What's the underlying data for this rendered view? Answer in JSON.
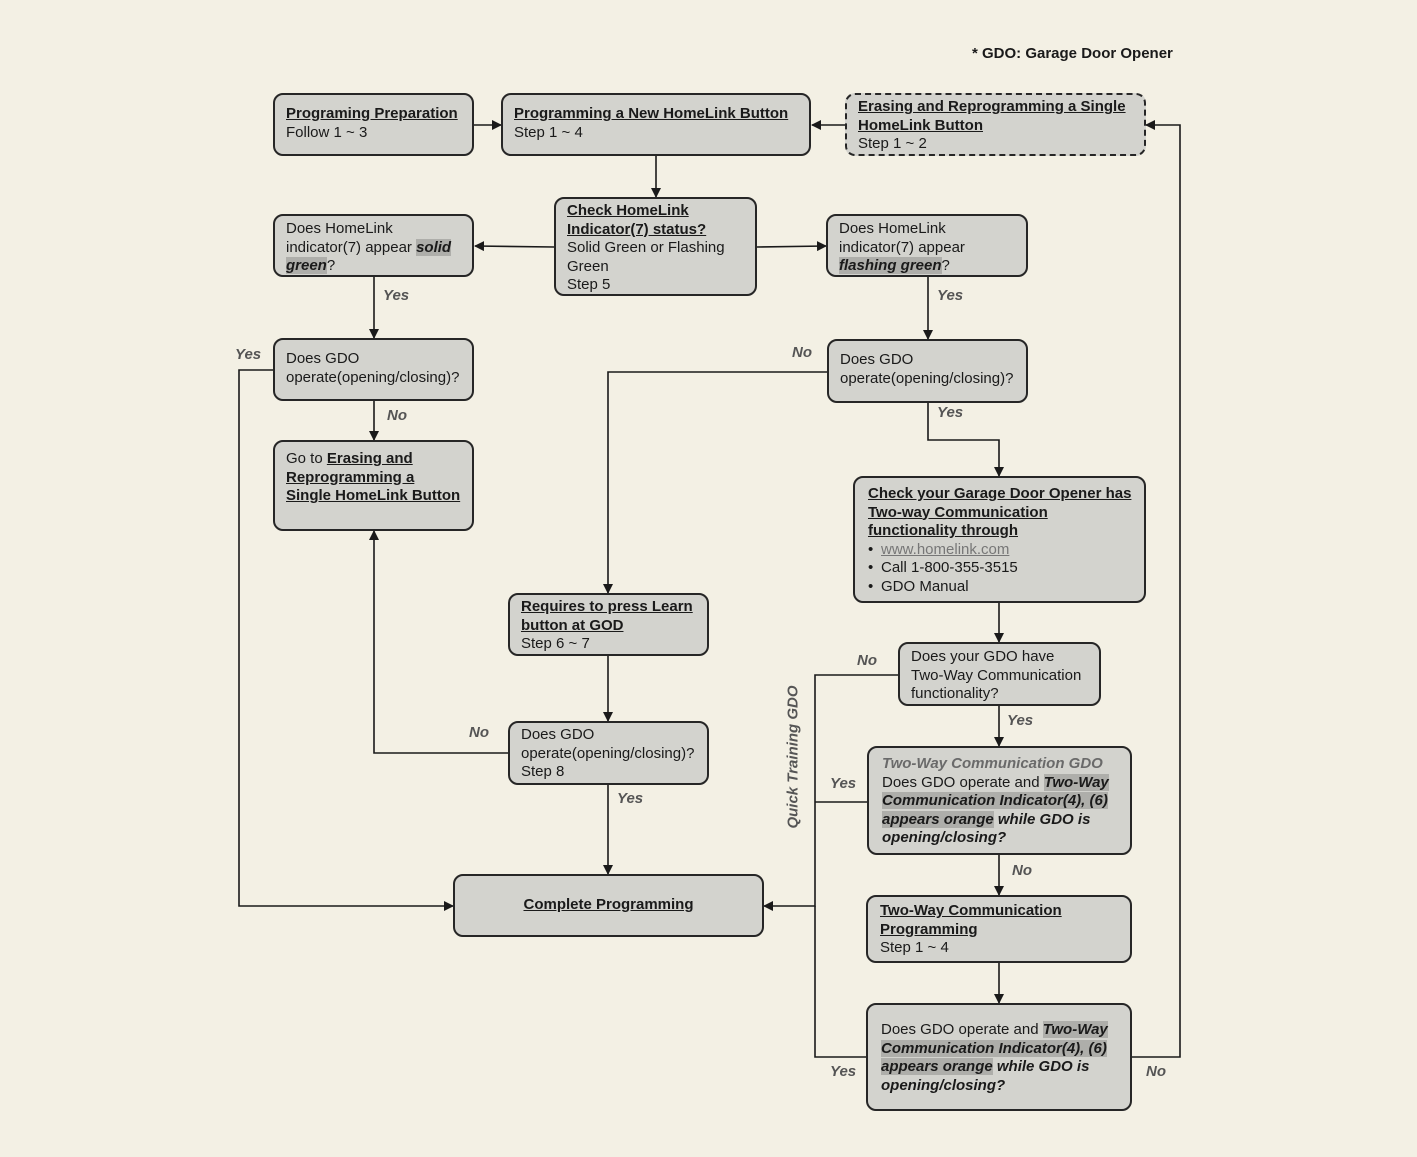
{
  "note": "* GDO: Garage Door Opener",
  "boxes": {
    "prep": {
      "title": "Programing Preparation",
      "sub": "Follow 1 ~ 3"
    },
    "new_button": {
      "title": "Programming a New HomeLink Button",
      "sub": "Step 1 ~ 4"
    },
    "erasing": {
      "title": "Erasing and Reprogramming a Single HomeLink Button",
      "sub": "Step 1 ~ 2"
    },
    "check_status": {
      "title": "Check HomeLink Indicator(7) status?",
      "body": "Solid Green or Flashing Green",
      "step": "Step 5"
    },
    "solid_green": {
      "pre": "Does HomeLink indicator(7) appear ",
      "hl": "solid green",
      "post": "?"
    },
    "flashing_green": {
      "pre": "Does HomeLink indicator(7) appear ",
      "hl": "flashing green",
      "post": "?"
    },
    "gdo_left": {
      "text": "Does GDO operate(opening/closing)?"
    },
    "gdo_right": {
      "text": "Does GDO operate(opening/closing)?"
    },
    "goto_erasing": {
      "pre": "Go to ",
      "title": "Erasing and Reprogramming a Single HomeLink Button"
    },
    "check_two_way": {
      "title": "Check your Garage Door Opener has Two-way Communication functionality through",
      "items": [
        "www.homelink.com",
        "Call 1-800-355-3515",
        "GDO Manual"
      ]
    },
    "learn": {
      "title": "Requires to press Learn button at GOD",
      "sub": "Step 6 ~ 7"
    },
    "have_two_way": {
      "text": "Does your GDO have Two-Way Communication functionality?"
    },
    "gdo_step8": {
      "text": "Does GDO operate(opening/closing)?",
      "sub": "Step 8"
    },
    "two_way_gdo": {
      "head": "Two-Way Communication GDO",
      "pre": "Does GDO operate and ",
      "hl": "Two-Way Communication Indicator(4), (6) appears orange",
      "post": " while GDO is opening/closing?"
    },
    "complete": {
      "title": "Complete Programming"
    },
    "two_way_prog": {
      "title": "Two-Way Communication Programming",
      "sub": "Step 1 ~ 4"
    },
    "two_way_final": {
      "pre": "Does GDO operate and ",
      "hl": "Two-Way Communication Indicator(4), (6) appears orange",
      "post": " while GDO is opening/closing?"
    }
  },
  "labels": {
    "yes": "Yes",
    "no": "No",
    "quick_training": "Quick Training GDO"
  }
}
